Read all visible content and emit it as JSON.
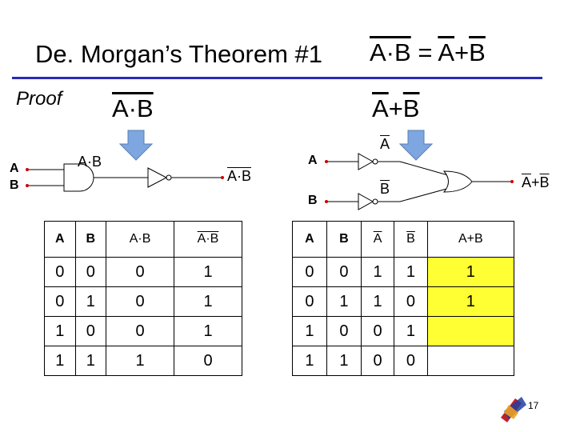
{
  "title": {
    "text": "De. Morgan’s Theorem #1",
    "formula_lhs": "A·B",
    "formula_eq": "=",
    "formula_a": "A",
    "formula_plus": "+",
    "formula_b": "B"
  },
  "proof_label": "Proof",
  "left": {
    "heading": "A·B",
    "gate_inputs": [
      "A",
      "B"
    ],
    "and_label": "A·B",
    "output_label": "A·B",
    "table": {
      "headers": [
        "A",
        "B",
        "A·B",
        "A·B"
      ],
      "rows": [
        [
          "0",
          "0",
          "0",
          "1"
        ],
        [
          "0",
          "1",
          "0",
          "1"
        ],
        [
          "1",
          "0",
          "0",
          "1"
        ],
        [
          "1",
          "1",
          "1",
          "0"
        ]
      ]
    }
  },
  "right": {
    "heading_a": "A",
    "heading_plus": "+",
    "heading_b": "B",
    "input_a": "A",
    "input_b": "B",
    "not_a_label": "A",
    "not_b_label": "B",
    "out_a": "A",
    "out_plus": "+",
    "out_b": "B",
    "table": {
      "headers": [
        "A",
        "B",
        "A",
        "B",
        "A+B"
      ],
      "rows": [
        [
          "0",
          "0",
          "1",
          "1",
          "1"
        ],
        [
          "0",
          "1",
          "1",
          "0",
          "1"
        ],
        [
          "1",
          "0",
          "0",
          "1",
          ""
        ],
        [
          "1",
          "1",
          "0",
          "0",
          ""
        ]
      ]
    }
  },
  "page_number": "17",
  "colors": {
    "rule": "#2a2ab8",
    "arrow": "#7ea6e0",
    "highlight": "#ffff33",
    "wire": "#cc0000"
  }
}
